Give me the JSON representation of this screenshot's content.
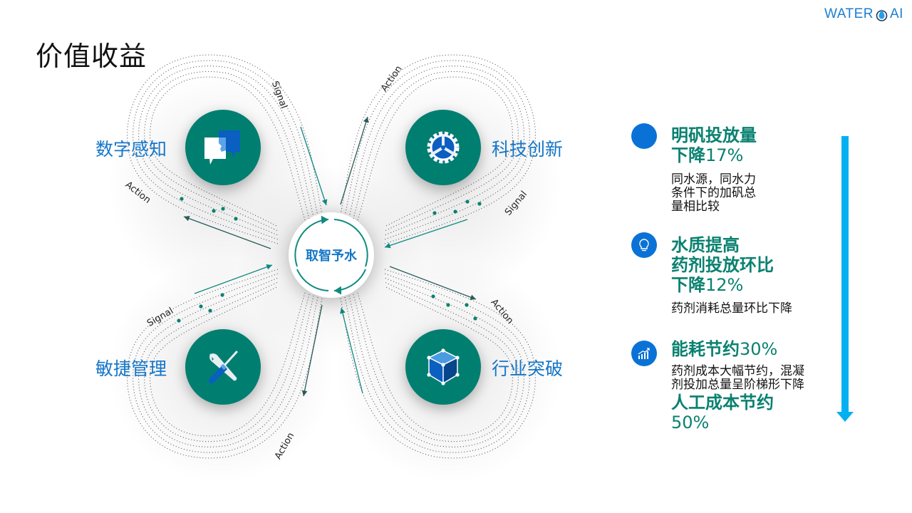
{
  "header": {
    "title": "价值收益",
    "logo_left": "WATER",
    "logo_right": "AI"
  },
  "diagram": {
    "center_label": "取智予水",
    "nodes": [
      {
        "label": "数字感知",
        "icon": "chat-bubbles-icon"
      },
      {
        "label": "科技创新",
        "icon": "gear-icon"
      },
      {
        "label": "敏捷管理",
        "icon": "wrench-screwdriver-icon"
      },
      {
        "label": "行业突破",
        "icon": "cube-icon"
      }
    ],
    "flow_labels": {
      "top_left": "Signal",
      "top_right": "Action",
      "left_upper": "Action",
      "right_upper": "Signal",
      "left_lower": "Signal",
      "right_lower": "Action",
      "bottom_left": "Action"
    },
    "colors": {
      "node_fill": "#007f70",
      "label_blue": "#1576c8",
      "arrow_teal": "#0f8a80",
      "arrow_dark": "#2a5a58"
    }
  },
  "benefits": [
    {
      "icon": "dot-icon",
      "head_line1": "明矾投放量",
      "head_line2_bold": "下降",
      "head_line2_num": "17%",
      "desc_lines": [
        "同水源，同水力",
        "条件下的加矾总",
        "量相比较"
      ]
    },
    {
      "icon": "lightbulb-icon",
      "head_line1": "水质提高",
      "head_line2": "药剂投放环比",
      "head_line3_bold": "下降",
      "head_line3_num": "12%",
      "desc_lines": [
        "药剂消耗总量环比下降"
      ]
    },
    {
      "icon": "growth-chart-icon",
      "head_bold": "能耗节约",
      "head_num": "30%",
      "desc_lines": [
        "药剂成本大幅节约，混凝",
        "剂投加总量呈阶梯形下降"
      ],
      "extra_head": "人工成本节约",
      "extra_num": "50%"
    }
  ],
  "accent": {
    "bar_color": "#00b0f0",
    "head_green": "#0a8170",
    "icon_blue": "#0a72d6"
  }
}
